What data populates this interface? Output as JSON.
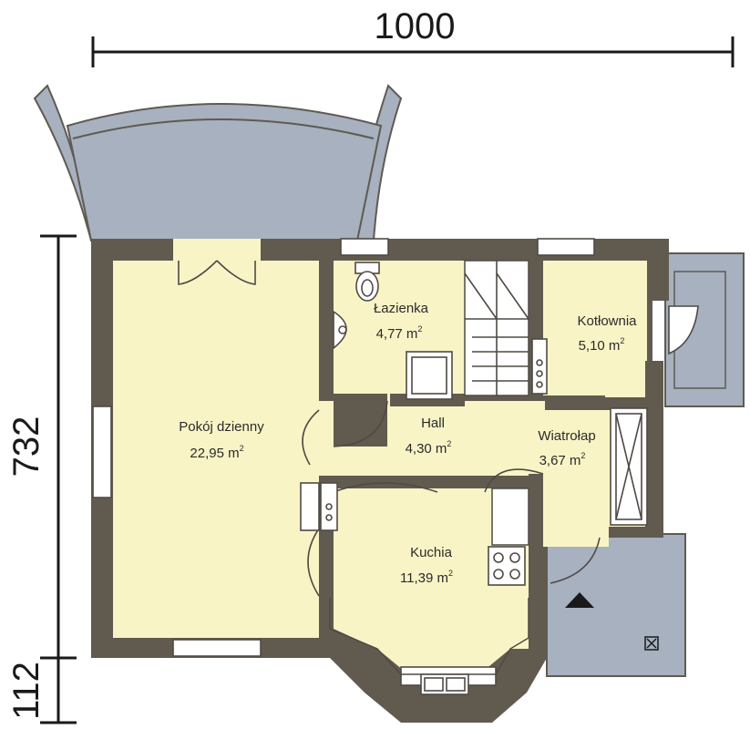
{
  "dimensions": {
    "width_label": "1000",
    "height_label": "732",
    "bottom_label": "112"
  },
  "rooms": {
    "pokoj": {
      "name": "Pokój dzienny",
      "area": "22,95 m",
      "unit_sup": "2"
    },
    "lazienka": {
      "name": "Łazienka",
      "area": "4,77 m",
      "unit_sup": "2"
    },
    "hall": {
      "name": "Hall",
      "area": "4,30 m",
      "unit_sup": "2"
    },
    "kotlownia": {
      "name": "Kotłownia",
      "area": "5,10 m",
      "unit_sup": "2"
    },
    "wiatrolap": {
      "name": "Wiatrołap",
      "area": "3,67 m",
      "unit_sup": "2"
    },
    "kuchia": {
      "name": "Kuchia",
      "area": "11,39 m",
      "unit_sup": "2"
    }
  },
  "colors": {
    "wall": "#615a4f",
    "floor": "#f8f4c6",
    "outside": "#a7b1bf"
  }
}
